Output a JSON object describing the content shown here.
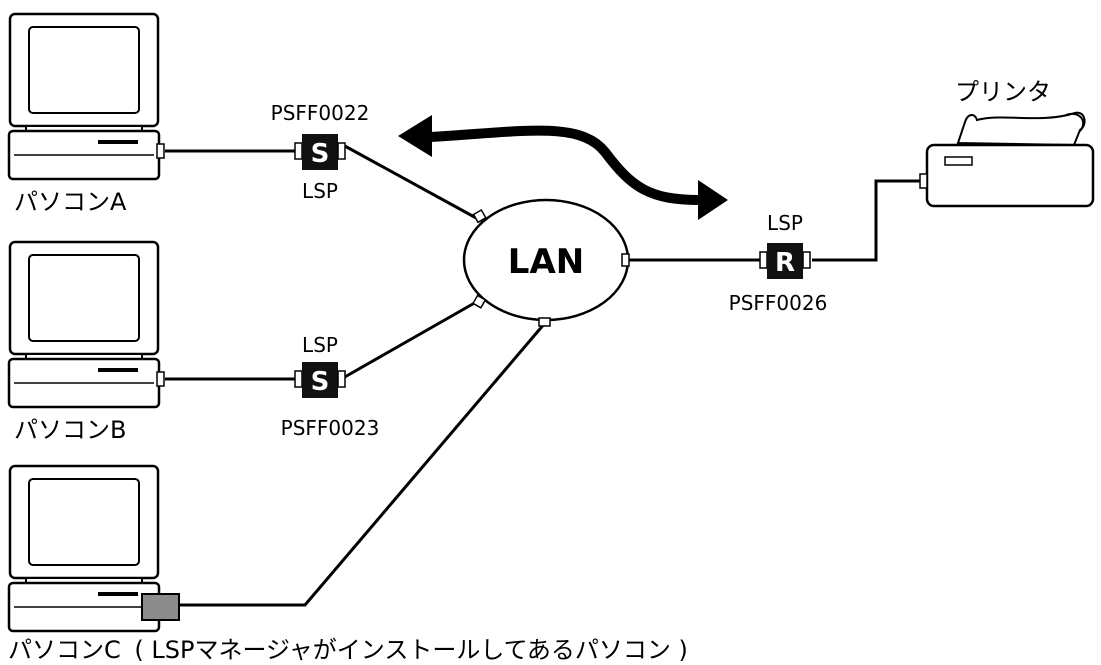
{
  "computers": [
    {
      "name": "パソコンA"
    },
    {
      "name": "パソコンB"
    },
    {
      "name": "パソコンC",
      "note": "( LSPマネージャがインストールしてあるパソコン )"
    }
  ],
  "network": {
    "label": "LAN"
  },
  "printer": {
    "name": "プリンタ"
  },
  "devices": [
    {
      "id": "s1",
      "letter": "S",
      "top_label": "PSFF0022",
      "bottom_label": "LSP"
    },
    {
      "id": "s2",
      "letter": "S",
      "top_label": "LSP",
      "bottom_label": "PSFF0023"
    },
    {
      "id": "r1",
      "letter": "R",
      "top_label": "LSP",
      "bottom_label": "PSFF0026"
    }
  ]
}
